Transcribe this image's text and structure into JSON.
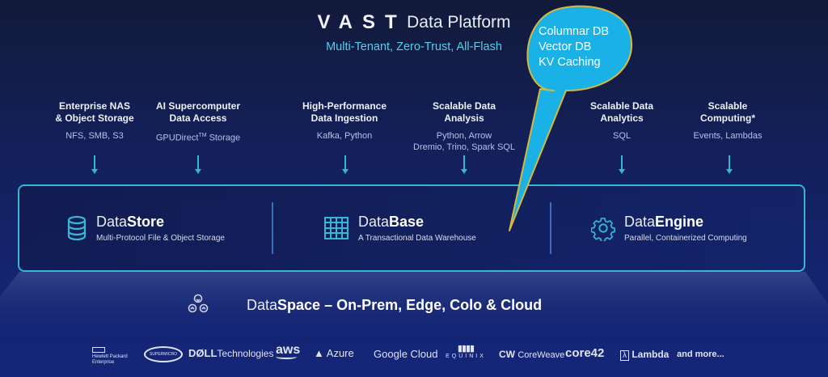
{
  "header": {
    "logo": "VAST",
    "title": "Data Platform",
    "subtitle": "Multi-Tenant, Zero-Trust, All-Flash"
  },
  "callout": {
    "lines": [
      "Columnar DB",
      "Vector DB",
      "KV Caching"
    ],
    "fill_color": "#1ab2e6",
    "border_color": "#d7b83a"
  },
  "use_cases": [
    {
      "head1": "Enterprise NAS",
      "head2": "& Object Storage",
      "sub1": "NFS, SMB, S3",
      "sub2": ""
    },
    {
      "head1": "AI Supercomputer",
      "head2": "Data Access",
      "sub1": "GPUDirect",
      "sub1_sup": "TM",
      "sub1_tail": " Storage",
      "sub2": ""
    },
    {
      "head1": "High-Performance",
      "head2": "Data Ingestion",
      "sub1": "Kafka, Python",
      "sub2": ""
    },
    {
      "head1": "Scalable Data",
      "head2": "Analysis",
      "sub1": "Python, Arrow",
      "sub2": "Dremio, Trino, Spark SQL"
    },
    {
      "head1": "Scalable Data",
      "head2": "Analytics",
      "sub1": "SQL",
      "sub2": ""
    },
    {
      "head1": "Scalable",
      "head2": "Computing*",
      "sub1": "Events, Lambdas",
      "sub2": ""
    }
  ],
  "pillars": [
    {
      "prefix": "Data",
      "bold": "Store",
      "desc": "Multi-Protocol File & Object Storage",
      "icon": "database-icon"
    },
    {
      "prefix": "Data",
      "bold": "Base",
      "desc": "A Transactional Data Warehouse",
      "icon": "table-grid-icon"
    },
    {
      "prefix": "Data",
      "bold": "Engine",
      "desc": "Parallel, Containerized Computing",
      "icon": "gear-icon"
    }
  ],
  "dataspace": {
    "prefix": "Data",
    "bold": "Space – On-Prem, Edge, Colo & Cloud",
    "icon": "network-nodes-icon"
  },
  "partners": {
    "hpe1": "Hewlett Packard",
    "hpe2": "Enterprise",
    "supermicro": "SUPERMICRO",
    "dell_bold": "DØLL",
    "dell_rest": "Technologies",
    "aws": "aws",
    "azure": "Azure",
    "google": "Google Cloud",
    "equinix": "EQUINIX",
    "coreweave_mark": "CW",
    "coreweave": "CoreWeave",
    "core42": "core42",
    "lambda_mark": "λ",
    "lambda": "Lambda",
    "more": "and more..."
  },
  "colors": {
    "accent_cyan": "#38b7d4",
    "subtitle_cyan": "#4fd2ea",
    "background_top": "#121a3a",
    "background_bottom": "#15267a"
  }
}
